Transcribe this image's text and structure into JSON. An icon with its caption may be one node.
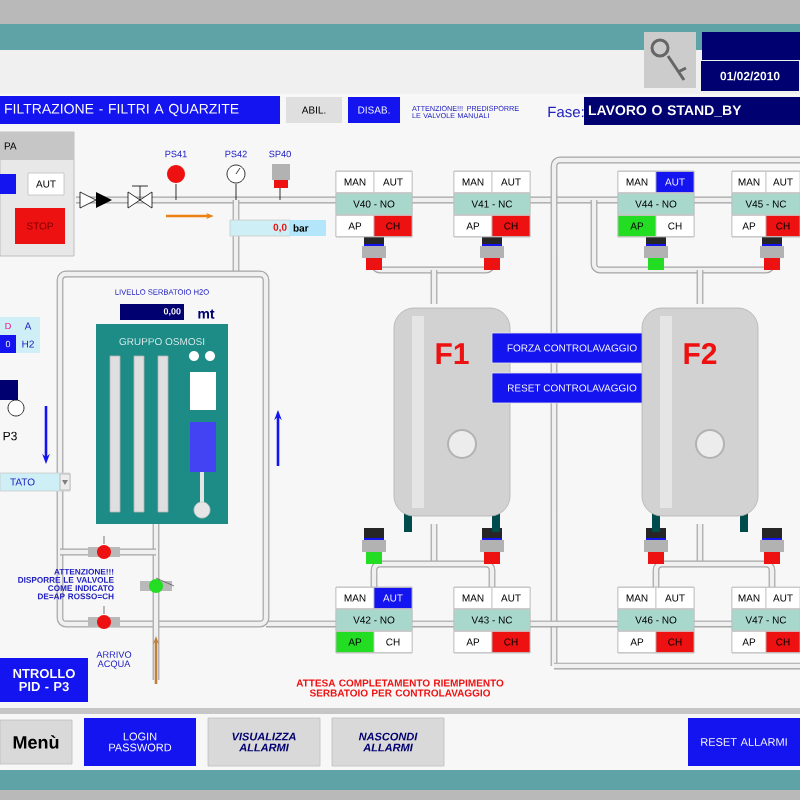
{
  "diagram": {
    "nodes": [
      {
        "text": [
          "GRUPPO OSMOSI"
        ]
      },
      {
        "text": [
          "MAN",
          "AUT",
          "V40 - NO",
          "AP",
          "CH"
        ]
      },
      {
        "text": [
          "MAN",
          "AUT",
          "V41 - NC",
          "AP",
          "CH"
        ]
      },
      {
        "text": [
          "MAN",
          "AUT",
          "V44 - NO",
          "AP",
          "CH"
        ]
      },
      {
        "text": [
          "MAN",
          "AUT",
          "V45 - NC",
          "AP",
          "CH"
        ]
      },
      {
        "text": [
          "F1"
        ]
      },
      {
        "text": [
          "FORZA CONTROLAVAGGIO"
        ]
      },
      {
        "text": [
          "RESET CONTROLAVAGGIO"
        ]
      },
      {
        "text": [
          "F2"
        ]
      },
      {
        "text": [
          "MAN",
          "AUT",
          "V42 - NO",
          "AP",
          "CH"
        ]
      },
      {
        "text": [
          "MAN",
          "AUT",
          "V43 - NC",
          "AP",
          "CH"
        ]
      },
      {
        "text": [
          "MAN",
          "AUT",
          "V46 - NO",
          "AP",
          "CH"
        ]
      },
      {
        "text": [
          "MAN",
          "AUT",
          "V47 - NC",
          "AP",
          "CH"
        ]
      }
    ],
    "labels": [
      "01/02/2010",
      "FILTRAZIONE - FILTRI A QUARZITE",
      "ABIL.",
      "DISAB.",
      "ATTENZIONE!!! PREDISPORRE LE VALVOLE MANUALI",
      "Fase:",
      "LAVORO O STAND_BY",
      "PA",
      "AUT",
      "STOP",
      "PS41",
      "PS42",
      "SP40",
      "0,0",
      "bar",
      "LIVELLO SERBATOIO H2O",
      "0,00",
      "mt",
      "D",
      "A",
      "0",
      "H2",
      "P3",
      "TATO",
      "ATTENZIONE!!! DISPORRE LE VALVOLE COME INDICATO DE=AP ROSSO=CH",
      "ARRIVO ACQUA",
      "NTROLLO PID - P3",
      "ATTESA COMPLETAMENTO RIEMPIMENTO SERBATOIO PER CONTROLAVAGGIO",
      "Menù",
      "LOGIN PASSWORD",
      "VISUALIZZA ALLARMI",
      "NASCONDI ALLARMI",
      "RESET ALLARMI"
    ]
  }
}
